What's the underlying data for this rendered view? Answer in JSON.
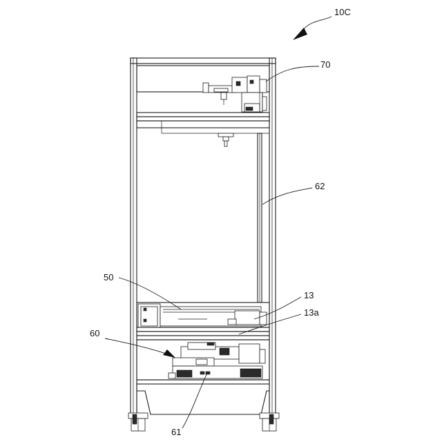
{
  "labels": {
    "fig_ref": "10C",
    "part_70": "70",
    "part_62": "62",
    "part_50": "50",
    "part_13": "13",
    "part_13a": "13a",
    "part_60": "60",
    "part_61": "61"
  }
}
